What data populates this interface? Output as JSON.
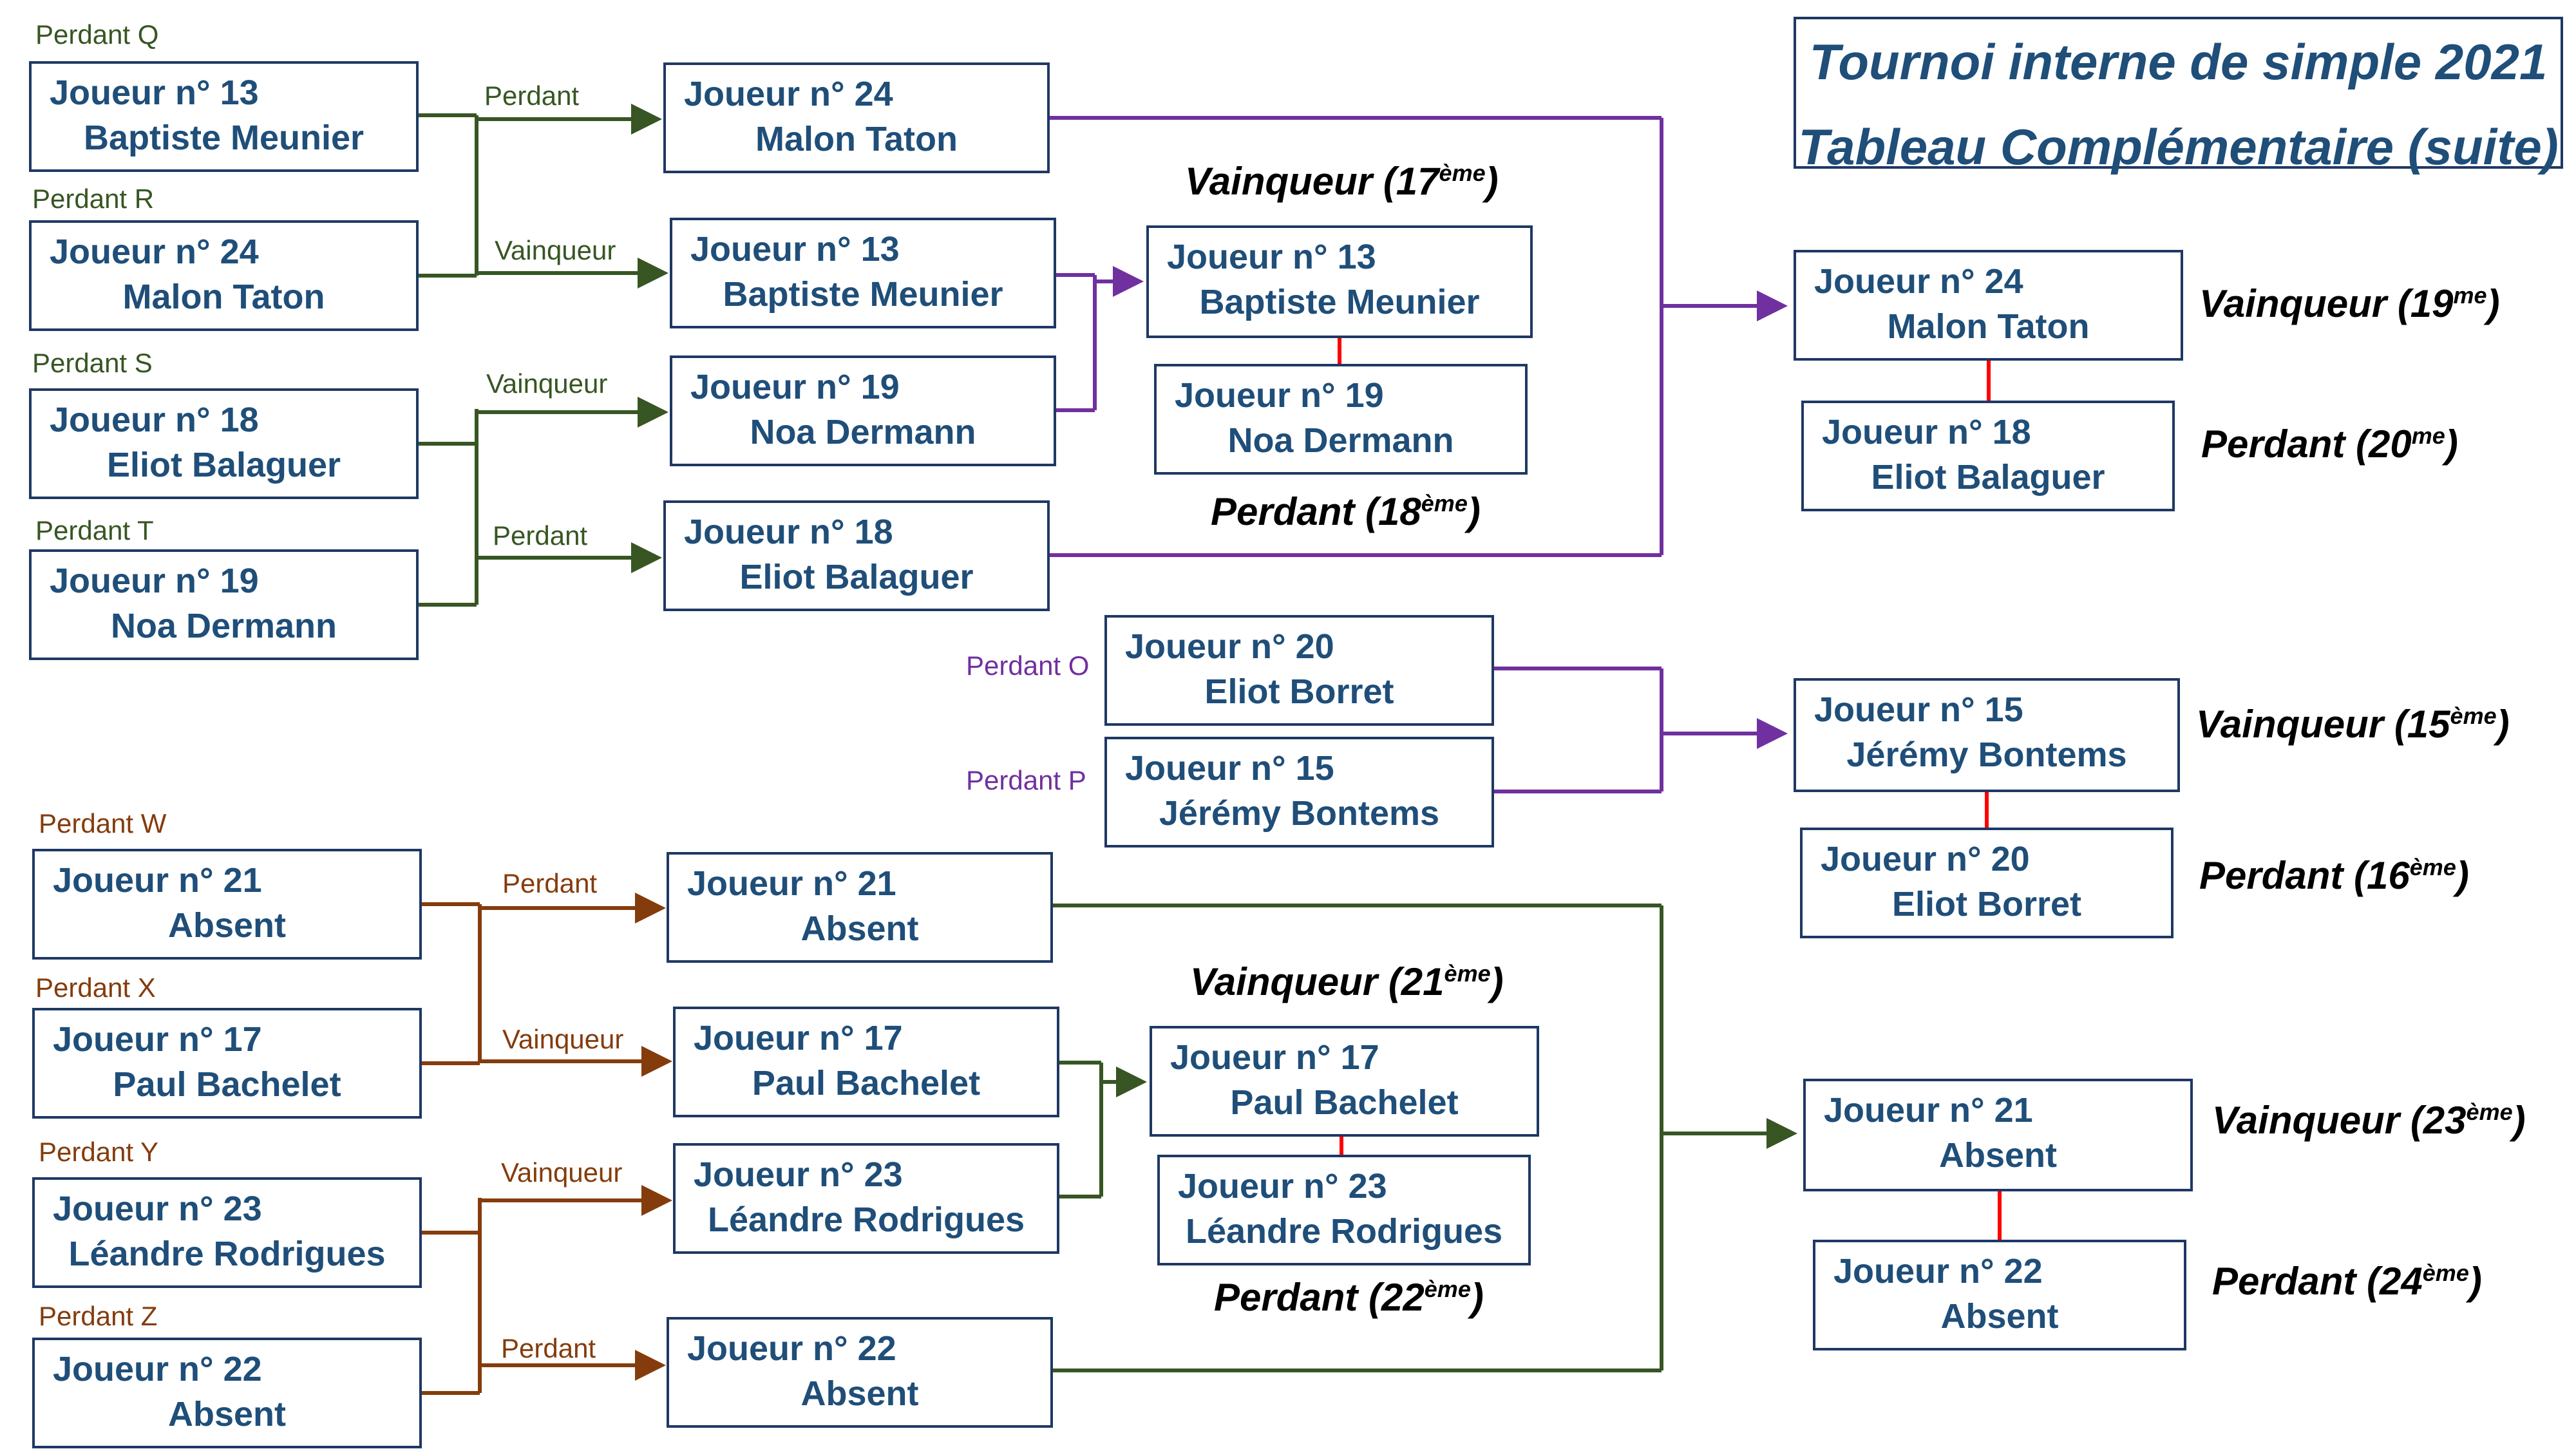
{
  "title": {
    "line1": "Tournoi interne de simple 2021",
    "line2": "Tableau Complémentaire (suite)"
  },
  "colors": {
    "box_border": "#1f3864",
    "text": "#1f4e79",
    "green": "#375623",
    "brown": "#843c0c",
    "purple": "#7030a0",
    "red": "#ff0000"
  },
  "group_labels": {
    "q": "Perdant Q",
    "r": "Perdant R",
    "s": "Perdant S",
    "t": "Perdant T",
    "w": "Perdant W",
    "x": "Perdant X",
    "y": "Perdant Y",
    "z": "Perdant Z",
    "o": "Perdant O",
    "p": "Perdant P"
  },
  "edge_labels": {
    "perdant": "Perdant",
    "vainqueur": "Vainqueur"
  },
  "boxes": {
    "q": {
      "num": "Joueur n° 13",
      "name": "Baptiste Meunier"
    },
    "r": {
      "num": "Joueur n° 24",
      "name": "Malon Taton"
    },
    "s": {
      "num": "Joueur n° 18",
      "name": "Eliot Balaguer"
    },
    "t": {
      "num": "Joueur n° 19",
      "name": "Noa Dermann"
    },
    "qr_perdant": {
      "num": "Joueur n° 24",
      "name": "Malon Taton"
    },
    "qr_vainqueur": {
      "num": "Joueur n° 13",
      "name": "Baptiste Meunier"
    },
    "st_vainqueur": {
      "num": "Joueur n° 19",
      "name": "Noa Dermann"
    },
    "st_perdant": {
      "num": "Joueur n° 18",
      "name": "Eliot Balaguer"
    },
    "m17": {
      "num": "Joueur n° 13",
      "name": "Baptiste Meunier"
    },
    "m18": {
      "num": "Joueur n° 19",
      "name": "Noa Dermann"
    },
    "f19": {
      "num": "Joueur n° 24",
      "name": "Malon Taton"
    },
    "f20": {
      "num": "Joueur n° 18",
      "name": "Eliot Balaguer"
    },
    "o": {
      "num": "Joueur n° 20",
      "name": "Eliot Borret"
    },
    "p": {
      "num": "Joueur n° 15",
      "name": "Jérémy Bontems"
    },
    "f15": {
      "num": "Joueur n° 15",
      "name": "Jérémy Bontems"
    },
    "f16": {
      "num": "Joueur n° 20",
      "name": "Eliot Borret"
    },
    "w": {
      "num": "Joueur n° 21",
      "name": "Absent"
    },
    "x": {
      "num": "Joueur n° 17",
      "name": "Paul Bachelet"
    },
    "y": {
      "num": "Joueur n° 23",
      "name": "Léandre Rodrigues"
    },
    "z": {
      "num": "Joueur n° 22",
      "name": "Absent"
    },
    "wx_perdant": {
      "num": "Joueur n° 21",
      "name": "Absent"
    },
    "wx_vainqueur": {
      "num": "Joueur n° 17",
      "name": "Paul Bachelet"
    },
    "yz_vainqueur": {
      "num": "Joueur n° 23",
      "name": "Léandre Rodrigues"
    },
    "yz_perdant": {
      "num": "Joueur n° 22",
      "name": "Absent"
    },
    "m21": {
      "num": "Joueur n° 17",
      "name": "Paul Bachelet"
    },
    "m22": {
      "num": "Joueur n° 23",
      "name": "Léandre Rodrigues"
    },
    "f23": {
      "num": "Joueur n° 21",
      "name": "Absent"
    },
    "f24": {
      "num": "Joueur n° 22",
      "name": "Absent"
    }
  },
  "results": {
    "v17": {
      "text": "Vainqueur (17",
      "sup": "ème",
      "close": ")"
    },
    "p18": {
      "text": "Perdant (18",
      "sup": "ème",
      "close": ")"
    },
    "v19": {
      "text": "Vainqueur (19",
      "sup": "me",
      "close": ")"
    },
    "p20": {
      "text": "Perdant (20",
      "sup": "me",
      "close": ")"
    },
    "v15": {
      "text": "Vainqueur (15",
      "sup": "ème",
      "close": ")"
    },
    "p16": {
      "text": "Perdant (16",
      "sup": "ème",
      "close": ")"
    },
    "v21": {
      "text": "Vainqueur (21",
      "sup": "ème",
      "close": ")"
    },
    "p22": {
      "text": "Perdant (22",
      "sup": "ème",
      "close": ")"
    },
    "v23": {
      "text": "Vainqueur (23",
      "sup": "ème",
      "close": ")"
    },
    "p24": {
      "text": "Perdant (24",
      "sup": "ème",
      "close": ")"
    }
  }
}
